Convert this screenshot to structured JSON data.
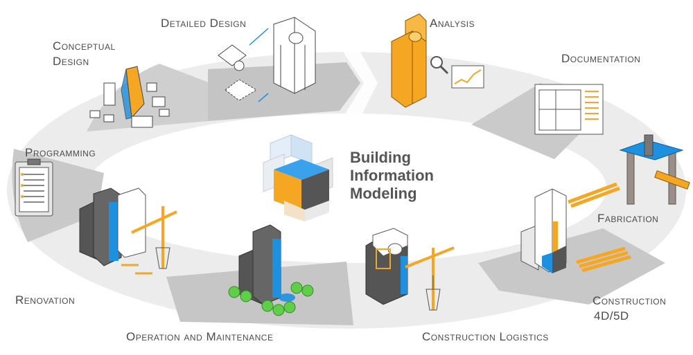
{
  "center": {
    "line1": "Building",
    "line2": "Information",
    "line3": "Modeling"
  },
  "stages": {
    "conceptual_design": {
      "line1": "Conceptual",
      "line2": "Design"
    },
    "detailed_design": "Detailed Design",
    "analysis": "Analysis",
    "documentation": "Documentation",
    "fabrication": "Fabrication",
    "construction_4d5d": {
      "line1": "Construction",
      "line2": "4D/5D"
    },
    "construction_logistics": "Construction Logistics",
    "operation_maintenance": "Operation and Maintenance",
    "renovation": "Renovation",
    "programming": "Programming"
  },
  "colors": {
    "ring_light": "#ededed",
    "ring_dark": "#c9c9c9",
    "accent_blue": "#1e90e0",
    "accent_orange": "#f5a623",
    "building_dark": "#555555",
    "outline": "#333333"
  },
  "icons": [
    "bim-cube-icon",
    "magnifier-icon",
    "line-chart-icon",
    "floor-plan-icon",
    "clipboard-icon",
    "crane-icon",
    "tree-icon",
    "building-icon",
    "lumber-icon",
    "machine-icon"
  ]
}
